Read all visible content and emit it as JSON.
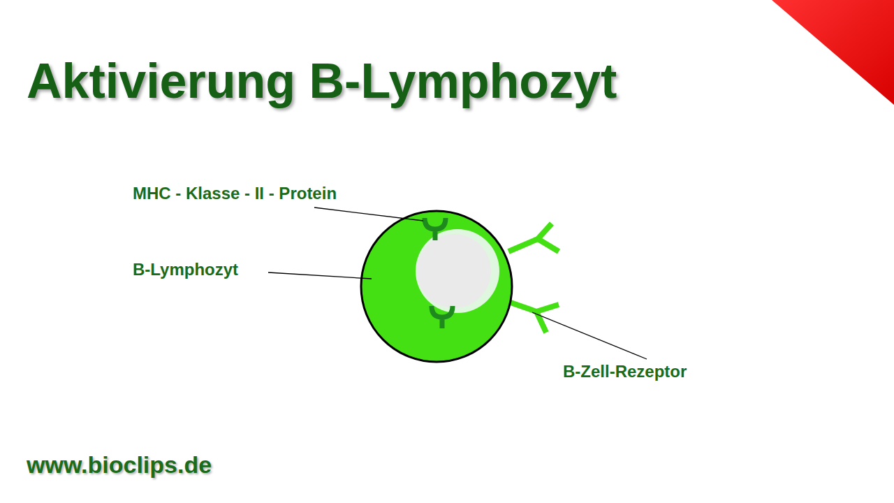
{
  "diagram": {
    "title": "Aktivierung B-Lymphozyt",
    "labels": [
      "MHC - Klasse - II - Protein",
      "B-Lymphozyt",
      "B-Zell-Rezeptor",
      "www.bioclips.de"
    ]
  }
}
